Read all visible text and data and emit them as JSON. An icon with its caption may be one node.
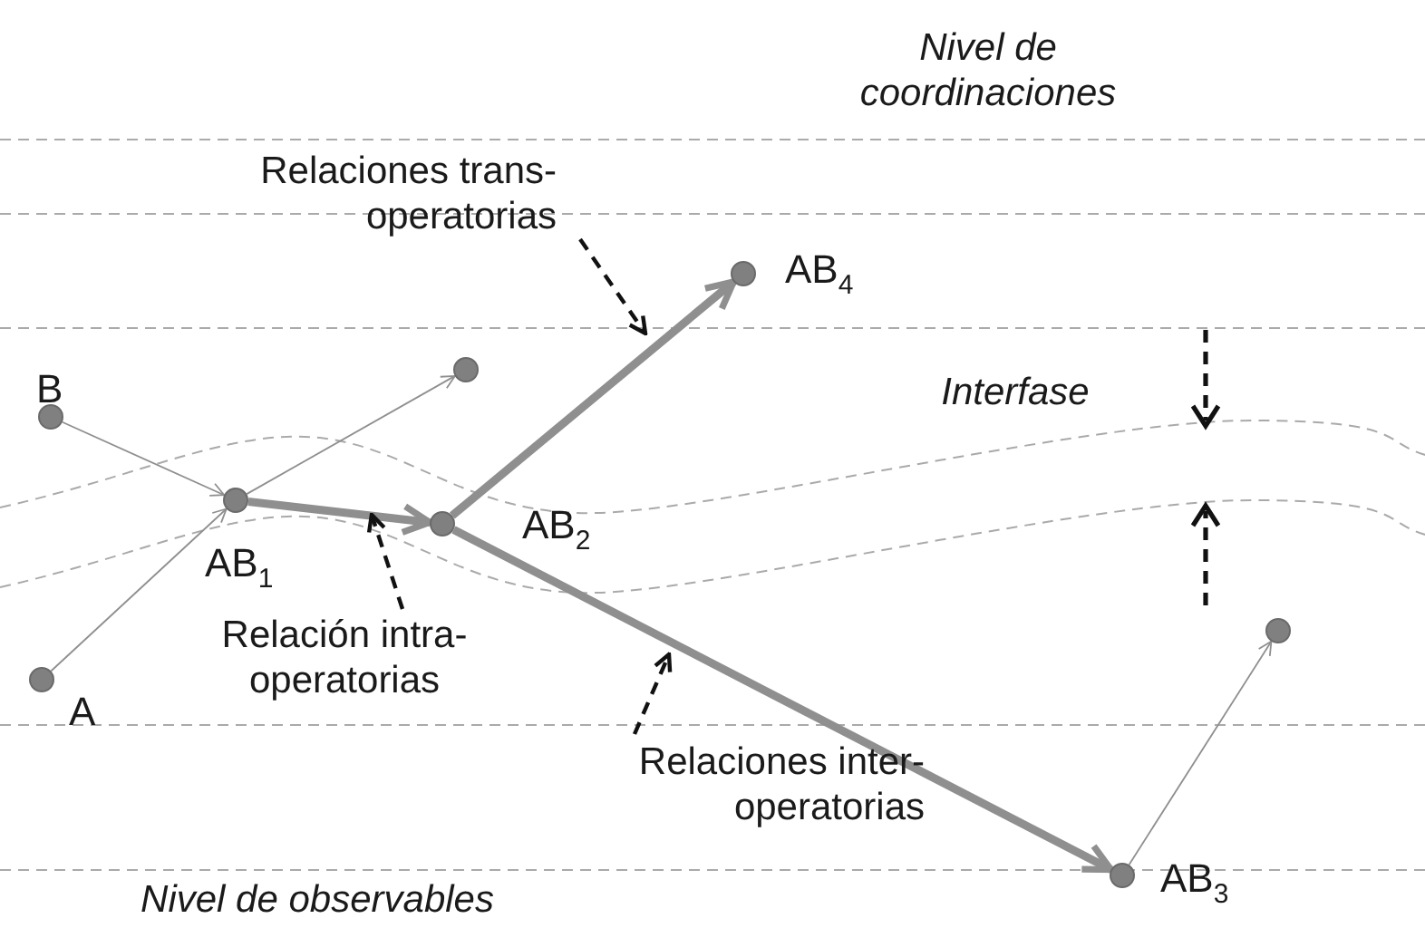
{
  "diagram": {
    "nodes": [
      {
        "text": [],
        "shape": "circle",
        "beside": [
          "B"
        ]
      },
      {
        "text": [],
        "shape": "circle",
        "beside": [
          "A"
        ]
      },
      {
        "text": [],
        "shape": "circle",
        "beside": [
          "AB$_{1}$"
        ]
      },
      {
        "text": [],
        "shape": "circle",
        "beside": [
          "AB$_{2}$"
        ]
      },
      {
        "text": [],
        "shape": "circle"
      },
      {
        "text": [],
        "shape": "circle",
        "beside": [
          "AB$_{4}$"
        ]
      },
      {
        "text": [],
        "shape": "circle",
        "beside": [
          "AB$_{3}$"
        ]
      },
      {
        "text": [],
        "shape": "circle"
      },
      {
        "text": [
          "Relaciones trans- operatorias"
        ]
      },
      {
        "text": [
          "Relación intra- operatorias"
        ]
      },
      {
        "text": [
          "Relaciones inter- operatorias"
        ]
      }
    ],
    "edges": [
      {
        "from": 0,
        "to": 2,
        "arrow": "to"
      },
      {
        "from": 1,
        "to": 2,
        "arrow": "to"
      },
      {
        "from": 2,
        "to": 4,
        "arrow": "to"
      },
      {
        "from": 2,
        "to": 3,
        "arrow": "to",
        "style": "thick"
      },
      {
        "from": 3,
        "to": 5,
        "arrow": "to",
        "style": "thick"
      },
      {
        "from": 3,
        "to": 6,
        "arrow": "to",
        "style": "thick"
      },
      {
        "from": 6,
        "to": 7,
        "arrow": "to"
      },
      {
        "from": 8,
        "to": null,
        "arrow": "to",
        "style": "dashed",
        "color": "#111111"
      },
      {
        "from": 9,
        "to": null,
        "arrow": "to",
        "style": "dashed",
        "color": "#111111"
      },
      {
        "from": 10,
        "to": null,
        "arrow": "to",
        "style": "dashed",
        "color": "#111111"
      }
    ],
    "labels": [
      "Nivel de coordinaciones",
      "Interfase",
      "Nivel de observables"
    ]
  }
}
